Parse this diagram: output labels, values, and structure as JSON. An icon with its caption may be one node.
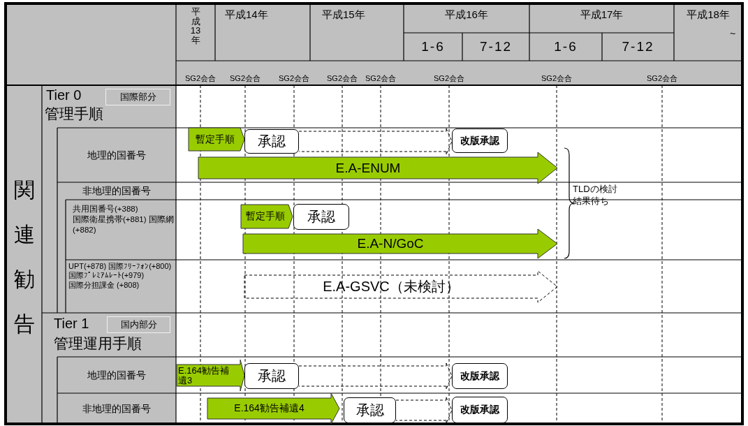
{
  "diagram": {
    "nodes": [
      {
        "text": [
          "暫定手順"
        ]
      },
      {
        "text": [
          "承認"
        ]
      },
      {
        "text": [
          "改版承認"
        ]
      },
      {
        "text": [
          "E.A-ENUM"
        ]
      },
      {
        "text": [
          "暫定手順"
        ]
      },
      {
        "text": [
          "承認"
        ]
      },
      {
        "text": [
          "E.A-N/GoC"
        ]
      },
      {
        "text": [
          "E.A-GSVC（未検討）"
        ]
      },
      {
        "text": [
          "E.164勧告補遺3"
        ]
      },
      {
        "text": [
          "承認"
        ]
      },
      {
        "text": [
          "改版承認"
        ]
      },
      {
        "text": [
          "E.164勧告補遺4"
        ]
      },
      {
        "text": [
          "承認"
        ]
      },
      {
        "text": [
          "改版承認"
        ]
      }
    ],
    "edges": [
      {
        "from": 1,
        "to": 2,
        "arrow": "to",
        "style": "dashed"
      },
      {
        "from": 9,
        "to": 10,
        "arrow": "to",
        "style": "dashed"
      },
      {
        "from": 12,
        "to": 13,
        "arrow": "to",
        "style": "dashed"
      }
    ],
    "labels": [
      "平成13年",
      "平成14年",
      "平成15年",
      "平成16年",
      "平成17年",
      "平成18年",
      "~",
      "1-6",
      "7-12",
      "1-6",
      "7-12",
      "SG2会合",
      "SG2会合",
      "SG2会合",
      "SG2会合",
      "SG2会合",
      "SG2会合",
      "SG2会合",
      "SG2会合",
      "関連勧告",
      "Tier 0",
      "国際部分",
      "管理手順",
      "地理的国番号",
      "非地理的国番号",
      "共用国番号(+388) 国際衛星携帯(+881) 国際網(+882)",
      "UPT(+878) 国際ﾌﾘｰﾌｫﾝ(+800) 国際ﾌﾟﾚﾐｱﾑﾚｰﾄ(+979) 国際分担課金 (+808)",
      "Tier 1",
      "国内部分",
      "管理運用手順",
      "地理的国番号",
      "非地理的国番号",
      "TLDの検討結果待ち"
    ]
  }
}
